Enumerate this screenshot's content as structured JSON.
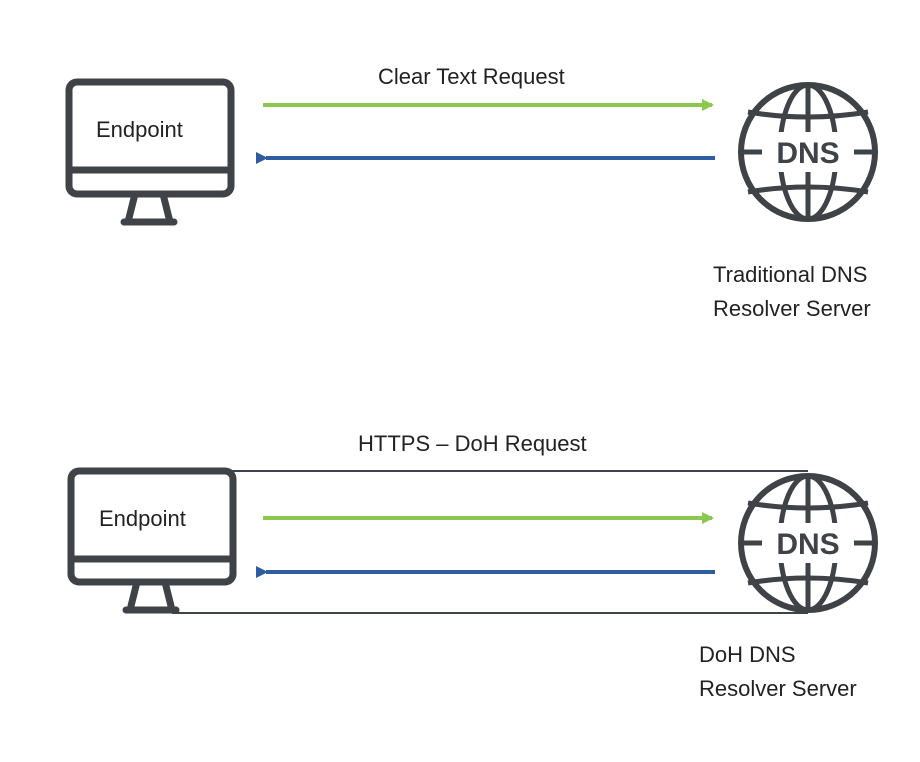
{
  "top": {
    "endpoint_label": "Endpoint",
    "request_label": "Clear Text Request",
    "dns_badge": "DNS",
    "server_label_line1": "Traditional DNS",
    "server_label_line2": "Resolver Server"
  },
  "bottom": {
    "endpoint_label": "Endpoint",
    "request_label": "HTTPS – DoH Request",
    "dns_badge": "DNS",
    "server_label_line1": "DoH DNS",
    "server_label_line2": "Resolver Server"
  },
  "colors": {
    "icon_stroke": "#3f4247",
    "request_arrow": "#8cc74f",
    "response_arrow": "#2e5c9e",
    "tunnel_line": "#3f4247"
  }
}
